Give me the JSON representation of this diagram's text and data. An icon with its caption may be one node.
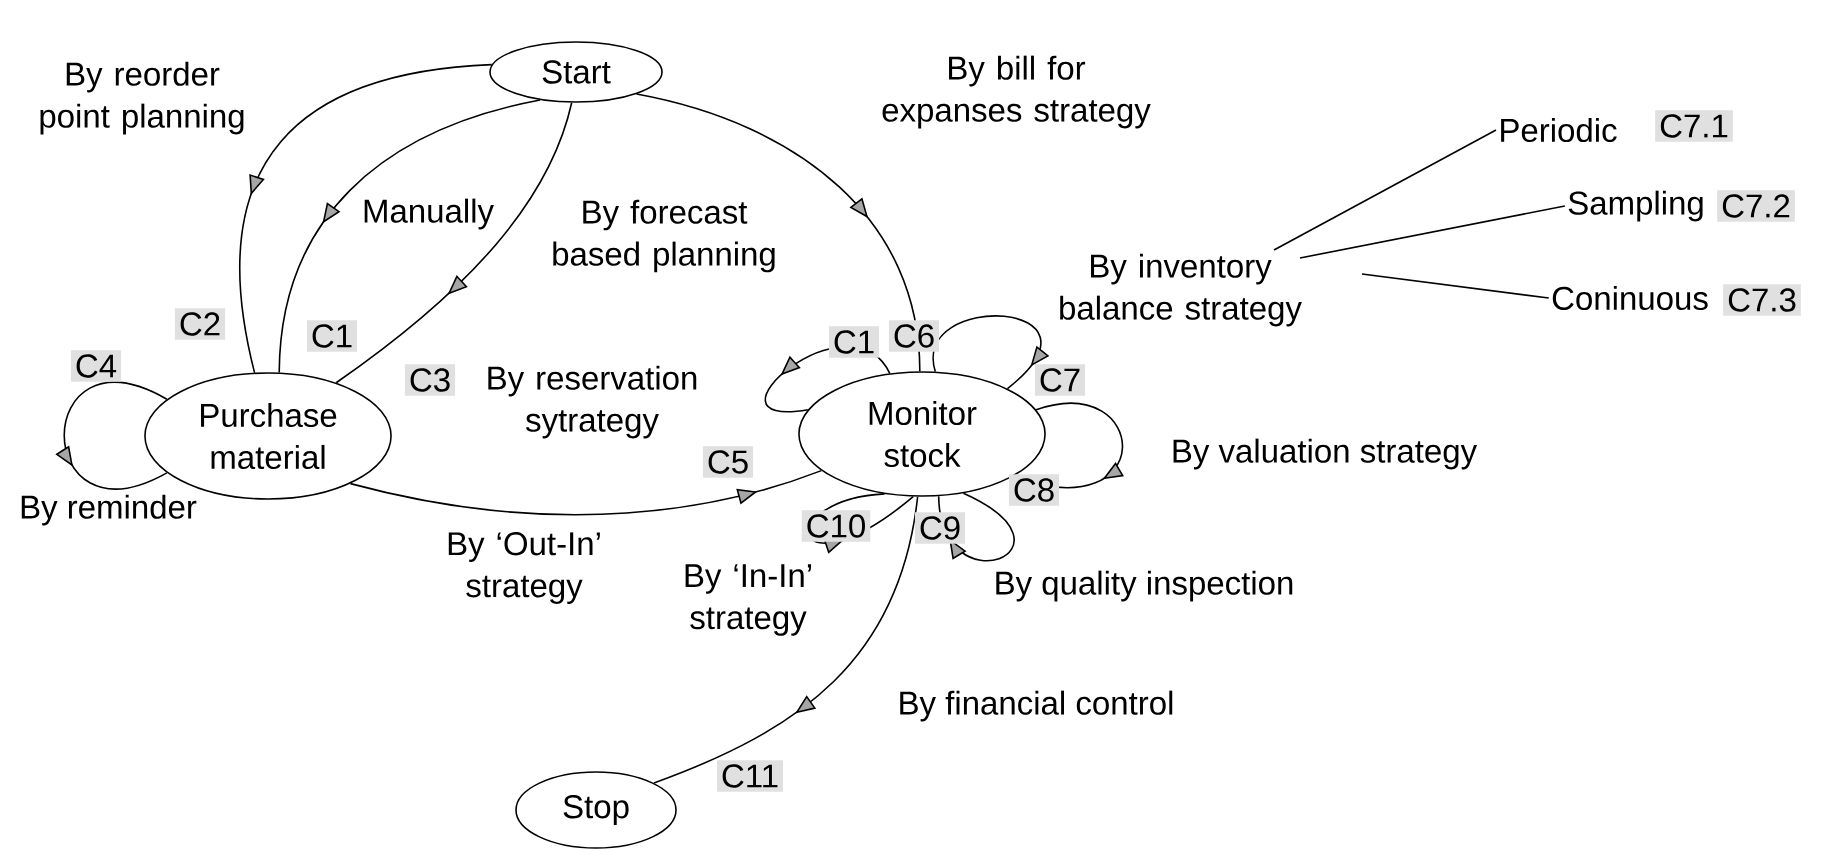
{
  "diagram": {
    "nodes": [
      {
        "text": [
          "Start"
        ]
      },
      {
        "text": [
          "Purchase material"
        ]
      },
      {
        "text": [
          "Monitor stock"
        ]
      },
      {
        "text": [
          "Stop"
        ]
      },
      {
        "text": [
          "By inventory balance strategy"
        ]
      },
      {
        "text": [
          "Periodic"
        ]
      },
      {
        "text": [
          "Sampling"
        ]
      },
      {
        "text": [
          "Coninuous"
        ]
      }
    ],
    "edges": [
      {
        "from": 0,
        "to": 1,
        "arrow": "to",
        "label": "By reorder point planning"
      },
      {
        "from": 0,
        "to": 1,
        "arrow": "to",
        "label": "Manually"
      },
      {
        "from": 0,
        "to": 1,
        "arrow": "to",
        "label": "By forecast based planning"
      },
      {
        "from": 0,
        "to": 2,
        "arrow": "to",
        "label": "By bill for expanses strategy"
      },
      {
        "from": 1,
        "to": 1,
        "arrow": "to",
        "label": "By reminder"
      },
      {
        "from": 1,
        "to": 2,
        "arrow": "to",
        "label": "By ‘Out-In’ strategy"
      },
      {
        "from": 2,
        "to": 2,
        "arrow": "to",
        "label": "By reservation sytrategy"
      },
      {
        "from": 2,
        "to": 2,
        "arrow": "to"
      },
      {
        "from": 2,
        "to": 2,
        "arrow": "to",
        "label": "By valuation strategy"
      },
      {
        "from": 2,
        "to": 2,
        "arrow": "to",
        "label": "By quality inspection"
      },
      {
        "from": 2,
        "to": 2,
        "arrow": "to",
        "label": "By ‘In-In’ strategy"
      },
      {
        "from": 2,
        "to": 3,
        "arrow": "to",
        "label": "By financial control"
      },
      {
        "from": 4,
        "to": 5,
        "arrow": "none"
      },
      {
        "from": 4,
        "to": 6,
        "arrow": "none"
      },
      {
        "from": 4,
        "to": 7,
        "arrow": "none"
      }
    ],
    "labels": [
      "C2",
      "C1",
      "C4",
      "C3",
      "C1",
      "C6",
      "C7",
      "C5",
      "C8",
      "C10",
      "C9",
      "C11",
      "C7.1",
      "C7.2",
      "C7.3"
    ]
  }
}
